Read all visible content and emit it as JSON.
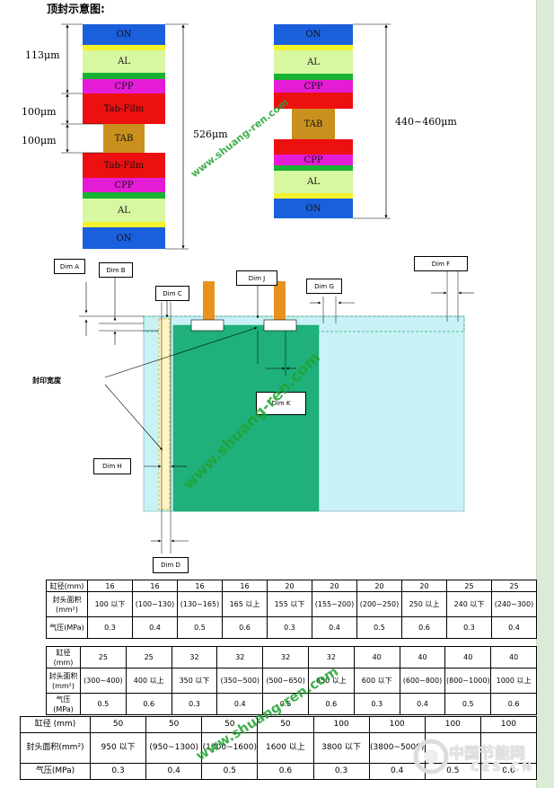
{
  "page": {
    "title": "顶封示意图:"
  },
  "stack_left": {
    "layers": [
      "ON",
      "",
      "AL",
      "",
      "CPP",
      "Tab-Film",
      "TAB",
      "Tab-Film",
      "CPP",
      "",
      "AL",
      "",
      "ON"
    ],
    "measurements": {
      "top": "113μm",
      "film": "100μm",
      "tab": "100μm",
      "total": "526μm"
    }
  },
  "stack_right": {
    "layers": [
      "ON",
      "",
      "AL",
      "",
      "CPP",
      "",
      "TAB",
      "",
      "CPP",
      "",
      "AL",
      "",
      "ON"
    ],
    "measurements": {
      "total": "440~460μm"
    }
  },
  "watermark": {
    "text": "www.shuang-ren.com"
  },
  "colors": {
    "blue": "#1a5fdc",
    "yellow": "#f4f22a",
    "lightgreen": "#d8f7a1",
    "green": "#18b233",
    "magenta": "#e41cd6",
    "red": "#ed1010",
    "tan": "#c9901d",
    "cyan": "#c9f2f6",
    "teal": "#1fb07c",
    "orange": "#e8921e"
  },
  "diagram2": {
    "labels": [
      "Dim A",
      "Dim B",
      "Dim C",
      "Dim J",
      "Dim G",
      "Dim F",
      "Dim K",
      "Dim H",
      "Dim D"
    ],
    "seal_label": "封印宽度"
  },
  "table1": {
    "rows": [
      {
        "header": "缸径(mm)",
        "cells": [
          "16",
          "16",
          "16",
          "16",
          "20",
          "20",
          "20",
          "20",
          "25",
          "25"
        ]
      },
      {
        "header": "封头面积(mm²)",
        "cells": [
          "100 以下",
          "(100~130)",
          "(130~165)",
          "165 以上",
          "155 以下",
          "(155~200)",
          "(200~250)",
          "250 以上",
          "240 以下",
          "(240~300)"
        ]
      },
      {
        "header": "气压(MPa)",
        "cells": [
          "0.3",
          "0.4",
          "0.5",
          "0.6",
          "0.3",
          "0.4",
          "0.5",
          "0.6",
          "0.3",
          "0.4"
        ]
      }
    ]
  },
  "table2": {
    "rows": [
      {
        "header": "缸径(mm)",
        "cells": [
          "25",
          "25",
          "32",
          "32",
          "32",
          "32",
          "40",
          "40",
          "40",
          "40"
        ]
      },
      {
        "header": "封头面积(mm²)",
        "cells": [
          "(300~400)",
          "400 以上",
          "350 以下",
          "(350~500)",
          "(500~650)",
          "650 以上",
          "600 以下",
          "(600~800)",
          "(800~1000)",
          "1000 以上"
        ]
      },
      {
        "header": "气压(MPa)",
        "cells": [
          "0.5",
          "0.6",
          "0.3",
          "0.4",
          "0.5",
          "0.6",
          "0.3",
          "0.4",
          "0.5",
          "0.6"
        ]
      }
    ]
  },
  "table3": {
    "rows": [
      {
        "header": "缸径 (mm)",
        "cells": [
          "50",
          "50",
          "50",
          "50",
          "100",
          "100",
          "100",
          "100"
        ]
      },
      {
        "header": "封头面积(mm²)",
        "cells": [
          "950 以下",
          "(950~1300)",
          "(1300~1600)",
          "1600 以上",
          "3800 以下",
          "(3800~5000)",
          "",
          ""
        ]
      },
      {
        "header": "气压(MPa)",
        "cells": [
          "0.3",
          "0.4",
          "0.5",
          "0.6",
          "0.3",
          "0.4",
          "0.5",
          "0.6"
        ]
      }
    ]
  },
  "logo": {
    "text": "中国节能网",
    "domain": "CES.CN"
  }
}
